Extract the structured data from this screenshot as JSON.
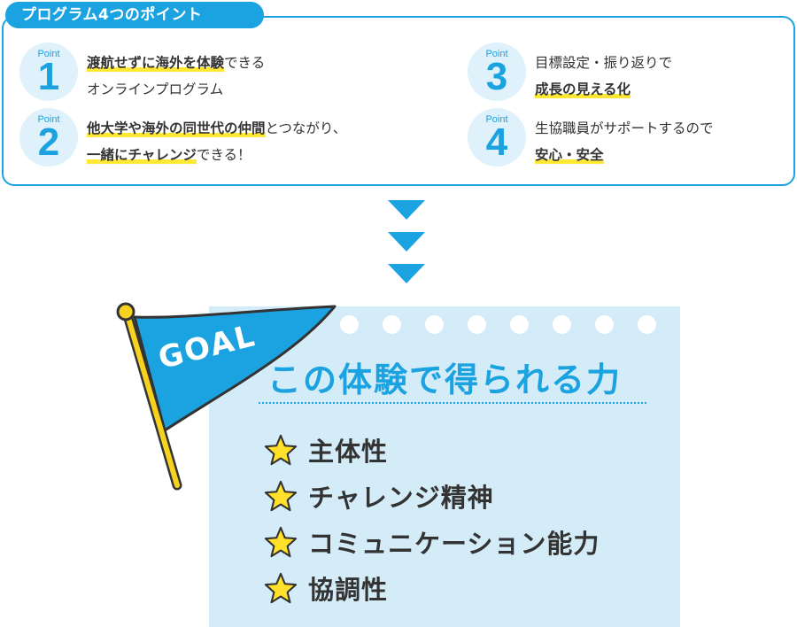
{
  "header": {
    "title": "プログラム4つのポイント"
  },
  "points": [
    {
      "label": "Point",
      "number": "1",
      "strong1": "渡航せずに海外を体験",
      "rest1": "できる",
      "line2_strong": "",
      "line2_rest": "オンラインプログラム"
    },
    {
      "label": "Point",
      "number": "2",
      "strong1": "他大学や海外の同世代の仲間",
      "rest1": "とつながり、",
      "line2_strong": "一緒にチャレンジ",
      "line2_rest": "できる！"
    },
    {
      "label": "Point",
      "number": "3",
      "strong1": "",
      "rest1": "目標設定・振り返りで",
      "line2_strong": "成長の見える化",
      "line2_rest": ""
    },
    {
      "label": "Point",
      "number": "4",
      "strong1": "",
      "rest1": "生協職員がサポートするので",
      "line2_strong": "安心・安全",
      "line2_rest": ""
    }
  ],
  "flag": {
    "text": "GOAL"
  },
  "goal": {
    "title": "この体験で得られる力",
    "skills": [
      "主体性",
      "チャレンジ精神",
      "コミュニケーション能力",
      "協調性"
    ]
  },
  "colors": {
    "accent": "#1aa3e0",
    "highlight": "#ffe833",
    "note": "#d4ebf8",
    "flag_pole": "#f7d21e"
  }
}
